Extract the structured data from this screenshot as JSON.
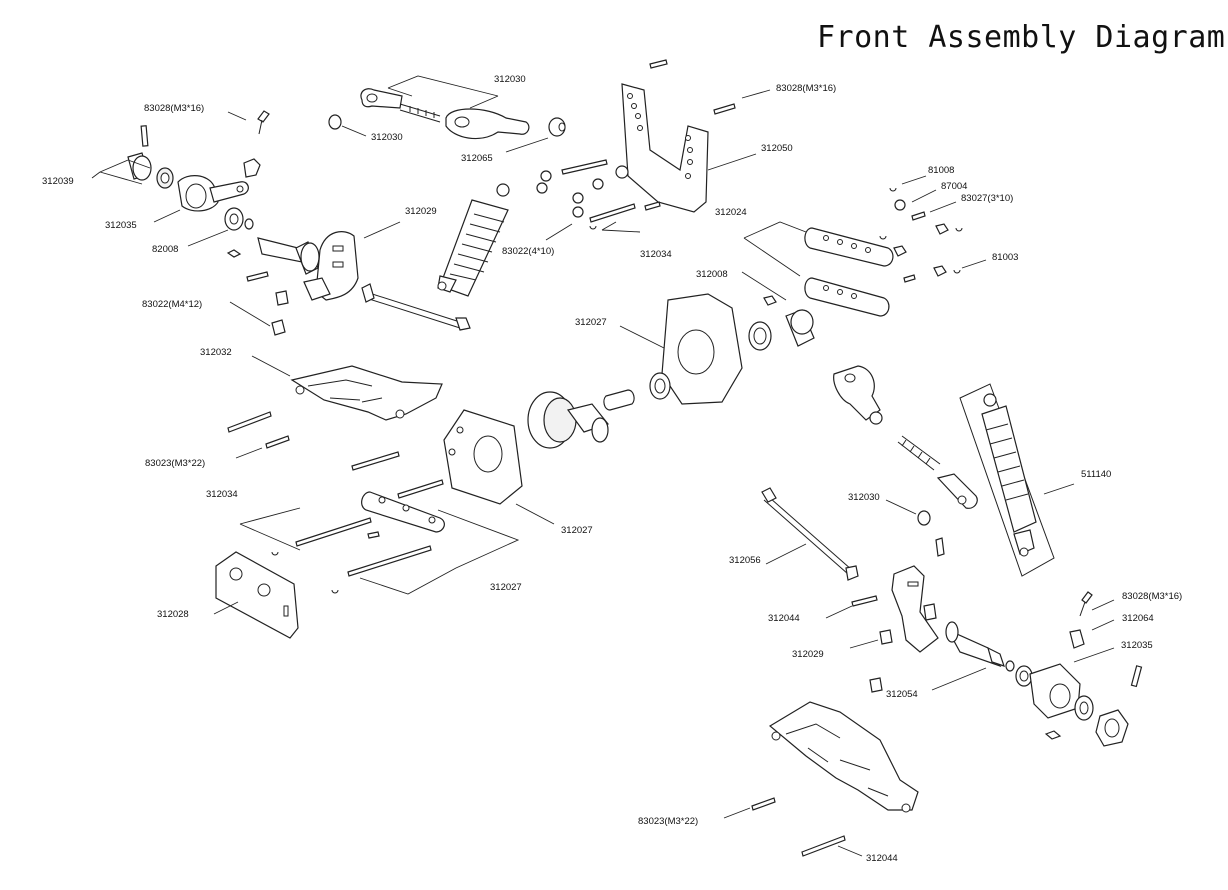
{
  "title": "Front Assembly Diagram",
  "callouts": {
    "c_83028_a": "83028(M3*16)",
    "c_312039": "312039",
    "c_312035_a": "312035",
    "c_82008": "82008",
    "c_83022_m4": "83022(M4*12)",
    "c_312030_a": "312030",
    "c_312030_b": "312030",
    "c_312065": "312065",
    "c_312029_a": "312029",
    "c_83028_b": "83028(M3*16)",
    "c_312050": "312050",
    "c_81008": "81008",
    "c_87004": "87004",
    "c_83027": "83027(3*10)",
    "c_312024": "312024",
    "c_81003": "81003",
    "c_83022_410": "83022(4*10)",
    "c_312034_a": "312034",
    "c_312008": "312008",
    "c_312027_a": "312027",
    "c_312032": "312032",
    "c_83023_a": "83023(M3*22)",
    "c_312034_b": "312034",
    "c_312027_b": "312027",
    "c_312027_c": "312027",
    "c_312028": "312028",
    "c_511140": "511140",
    "c_312030_c": "312030",
    "c_312056": "312056",
    "c_312044_a": "312044",
    "c_312029_b": "312029",
    "c_83028_c": "83028(M3*16)",
    "c_312064": "312064",
    "c_312035_b": "312035",
    "c_312054": "312054",
    "c_83023_b": "83023(M3*22)",
    "c_312044_b": "312044"
  }
}
